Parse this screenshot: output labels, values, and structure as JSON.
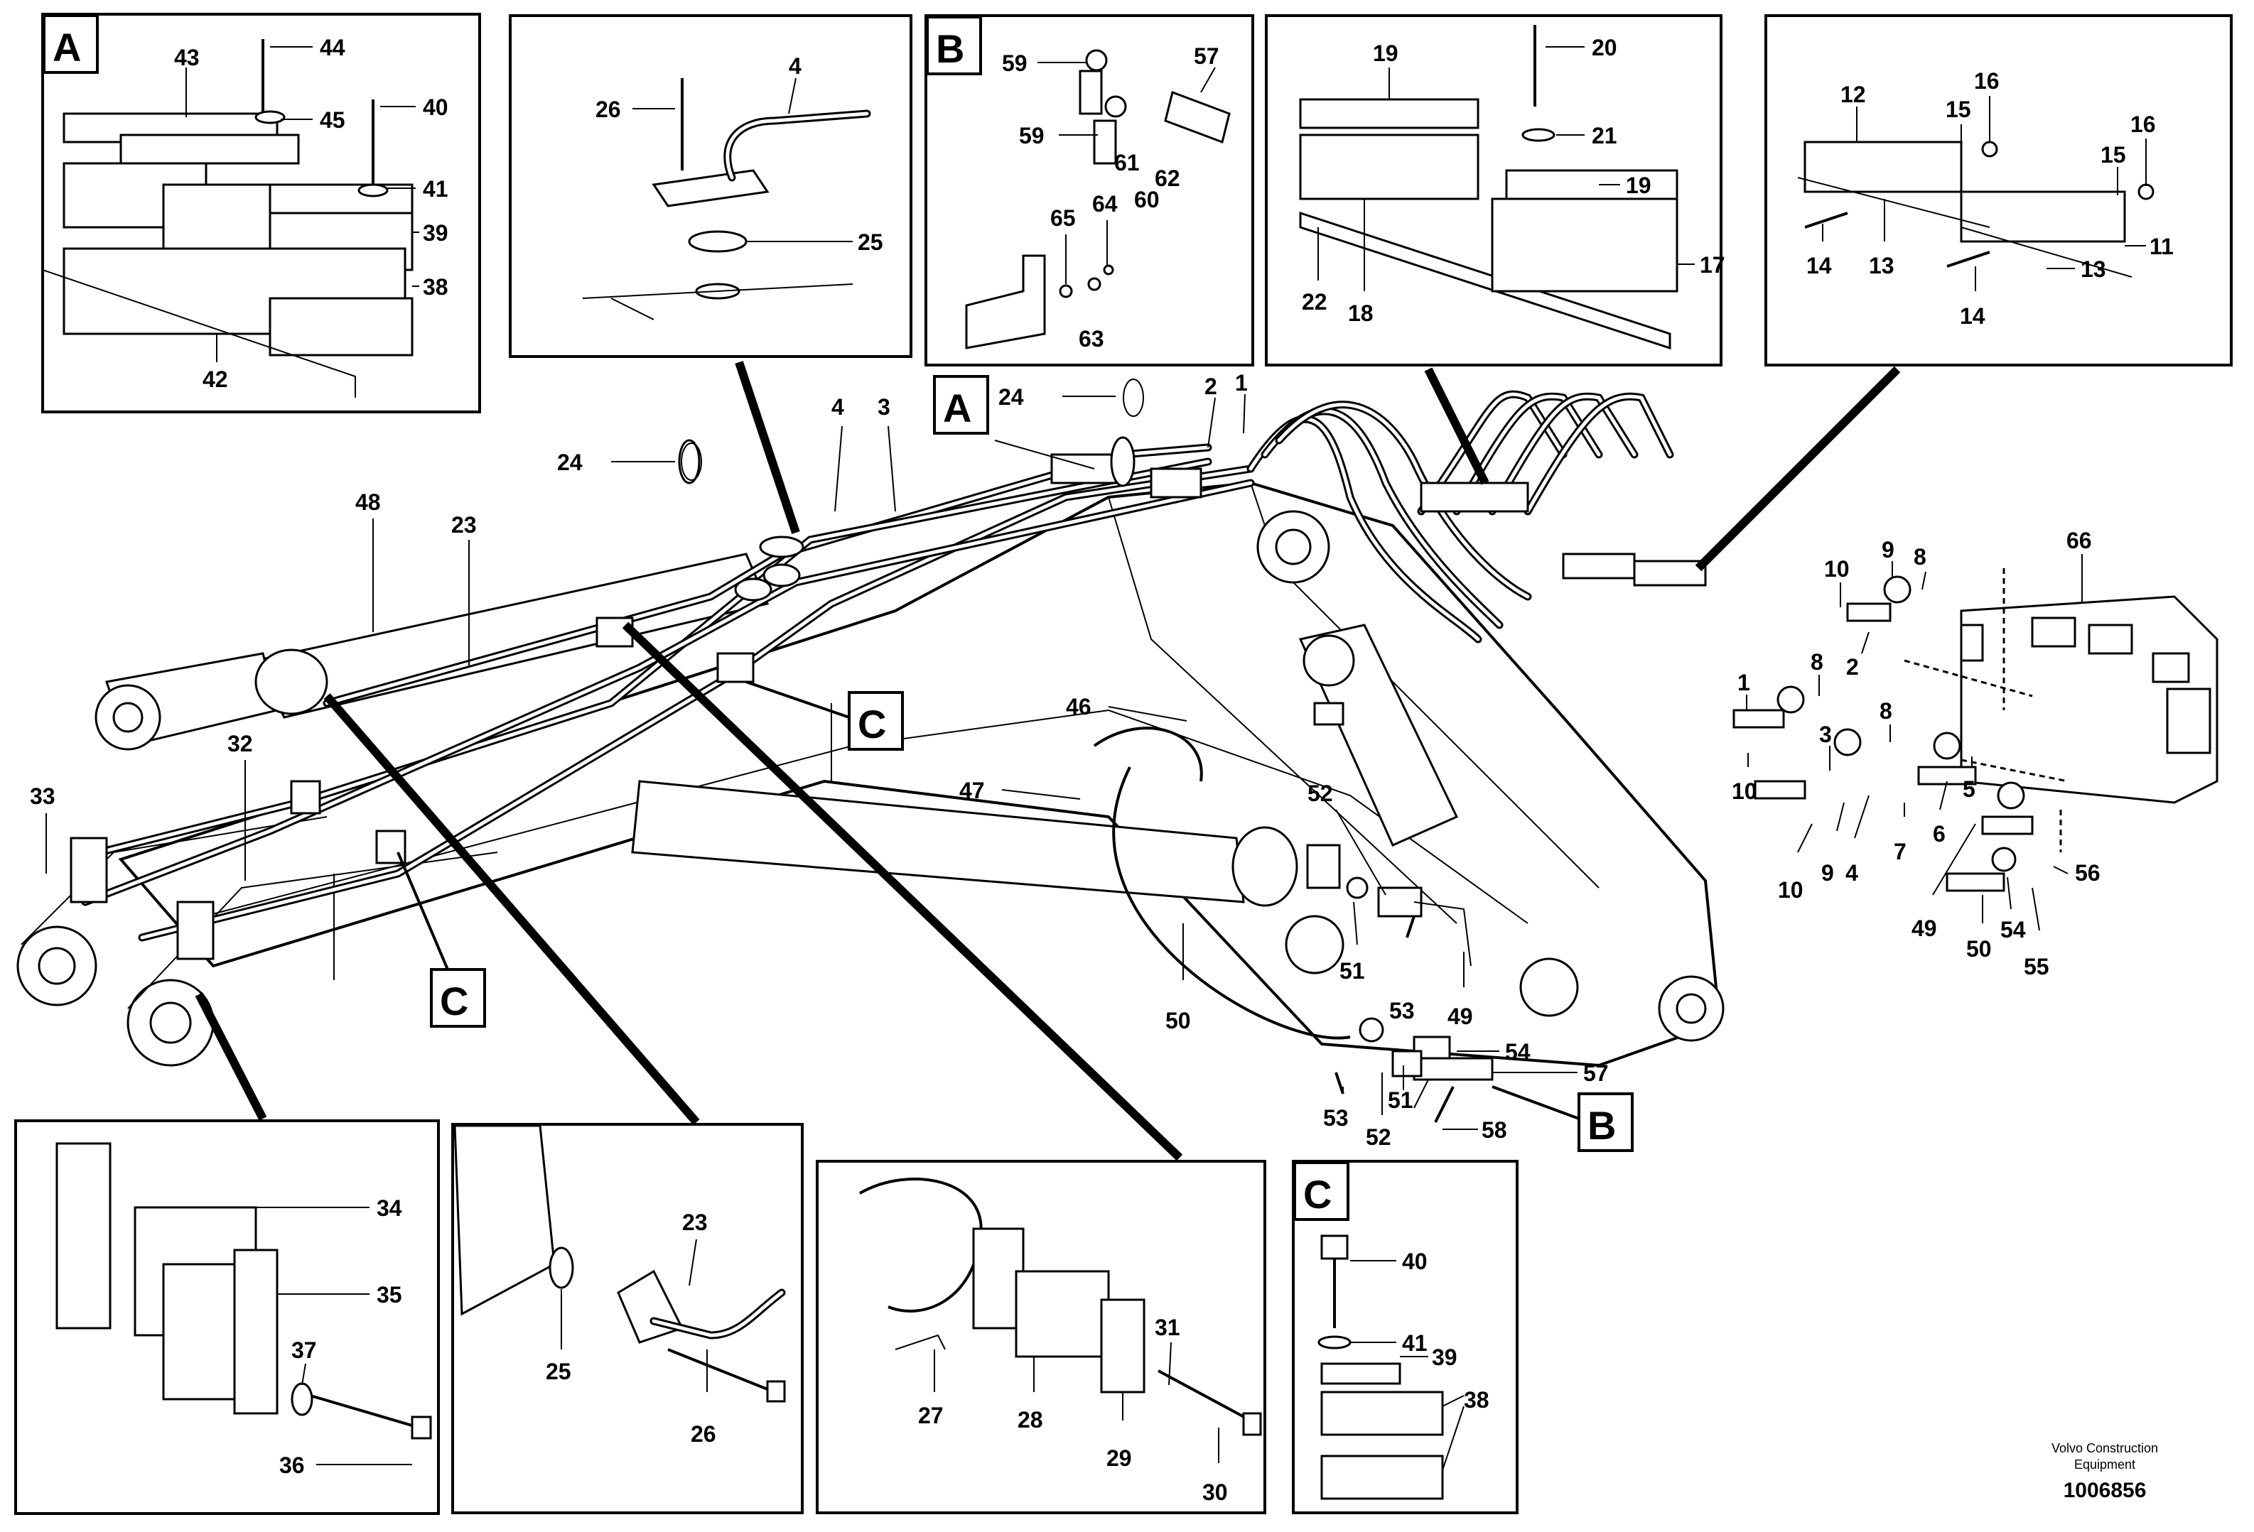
{
  "panels": [
    {
      "id": "panel-a",
      "letter": "A"
    },
    {
      "id": "panel-25",
      "letter": ""
    },
    {
      "id": "panel-b",
      "letter": "B"
    },
    {
      "id": "panel-19",
      "letter": ""
    },
    {
      "id": "panel-12",
      "letter": ""
    },
    {
      "id": "panel-34",
      "letter": ""
    },
    {
      "id": "panel-23",
      "letter": ""
    },
    {
      "id": "panel-27",
      "letter": ""
    },
    {
      "id": "panel-c",
      "letter": "C"
    }
  ],
  "callouts": {
    "main_a": "A",
    "main_b": "B",
    "main_c1": "C",
    "main_c2": "C"
  },
  "labels": {
    "a_43": "43",
    "a_44": "44",
    "a_45": "45",
    "a_40": "40",
    "a_41": "41",
    "a_39": "39",
    "a_38": "38",
    "a_42": "42",
    "p2_26": "26",
    "p2_4": "4",
    "p2_25": "25",
    "b_59a": "59",
    "b_57": "57",
    "b_59b": "59",
    "b_61": "61",
    "b_60": "60",
    "b_62": "62",
    "b_65": "65",
    "b_64": "64",
    "b_63": "63",
    "p4_19a": "19",
    "p4_20": "20",
    "p4_21": "21",
    "p4_19b": "19",
    "p4_17": "17",
    "p4_22": "22",
    "p4_18": "18",
    "p5_12": "12",
    "p5_16a": "16",
    "p5_15a": "15",
    "p5_16b": "16",
    "p5_15b": "15",
    "p5_11": "11",
    "p5_14a": "14",
    "p5_13a": "13",
    "p5_13b": "13",
    "p5_14b": "14",
    "m_24a": "24",
    "m_24b": "24",
    "m_2": "2",
    "m_1": "1",
    "m_4": "4",
    "m_3": "3",
    "m_48": "48",
    "m_23": "23",
    "m_32": "32",
    "m_33": "33",
    "m_46": "46",
    "m_47": "47",
    "m_52a": "52",
    "m_51a": "51",
    "m_53a": "53",
    "m_49": "49",
    "m_50": "50",
    "m_54": "54",
    "m_57": "57",
    "m_53b": "53",
    "m_51b": "51",
    "m_52b": "52",
    "m_58": "58",
    "v_66": "66",
    "v_10a": "10",
    "v_9a": "9",
    "v_8a": "8",
    "v_1": "1",
    "v_8b": "8",
    "v_2": "2",
    "v_10b": "10",
    "v_3": "3",
    "v_8c": "8",
    "v_5": "5",
    "v_10c": "10",
    "v_9b": "9",
    "v_4": "4",
    "v_7": "7",
    "v_6": "6",
    "v_49": "49",
    "v_56": "56",
    "v_50": "50",
    "v_54": "54",
    "v_55": "55",
    "p6_34": "34",
    "p6_35": "35",
    "p6_37": "37",
    "p6_36": "36",
    "p7_23": "23",
    "p7_25": "25",
    "p7_26": "26",
    "p8_31": "31",
    "p8_27": "27",
    "p8_28": "28",
    "p8_29": "29",
    "p8_30": "30",
    "c_40": "40",
    "c_41": "41",
    "c_39": "39",
    "c_38": "38"
  },
  "footer": {
    "brand_line1": "Volvo Construction",
    "brand_line2": "Equipment",
    "doc_number": "1006856"
  }
}
